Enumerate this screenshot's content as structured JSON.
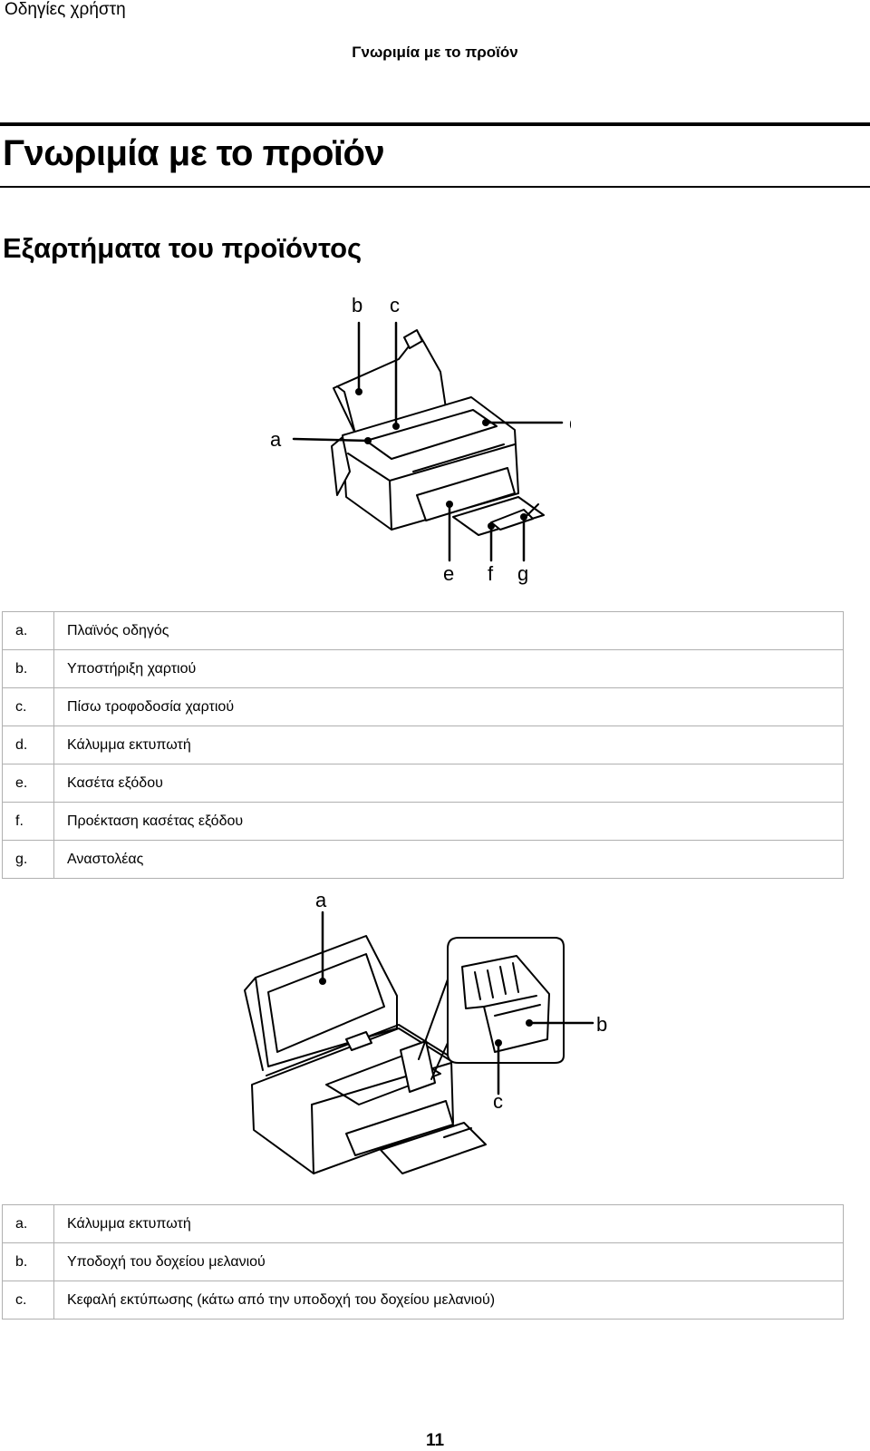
{
  "header": {
    "manual_title": "Οδηγίες χρήστη",
    "section_title": "Γνωριμία με το προϊόν"
  },
  "main": {
    "title": "Γνωριμία με το προϊόν",
    "subtitle": "Εξαρτήματα του προϊόντος"
  },
  "figure1": {
    "callouts": {
      "a": "a",
      "b": "b",
      "c": "c",
      "d": "d",
      "e": "e",
      "f": "f",
      "g": "g"
    }
  },
  "table1": [
    {
      "key": "a.",
      "label": "Πλαϊνός οδηγός"
    },
    {
      "key": "b.",
      "label": "Υποστήριξη χαρτιού"
    },
    {
      "key": "c.",
      "label": "Πίσω τροφοδοσία χαρτιού"
    },
    {
      "key": "d.",
      "label": "Κάλυμμα εκτυπωτή"
    },
    {
      "key": "e.",
      "label": "Κασέτα εξόδου"
    },
    {
      "key": "f.",
      "label": "Προέκταση κασέτας εξόδου"
    },
    {
      "key": "g.",
      "label": "Αναστολέας"
    }
  ],
  "figure2": {
    "callouts": {
      "a": "a",
      "b": "b",
      "c": "c"
    }
  },
  "table2": [
    {
      "key": "a.",
      "label": "Κάλυμμα εκτυπωτή"
    },
    {
      "key": "b.",
      "label": "Υποδοχή του δοχείου μελανιού"
    },
    {
      "key": "c.",
      "label": "Κεφαλή εκτύπωσης (κάτω από την υποδοχή του δοχείου μελανιού)"
    }
  ],
  "footer": {
    "page_number": "11"
  }
}
